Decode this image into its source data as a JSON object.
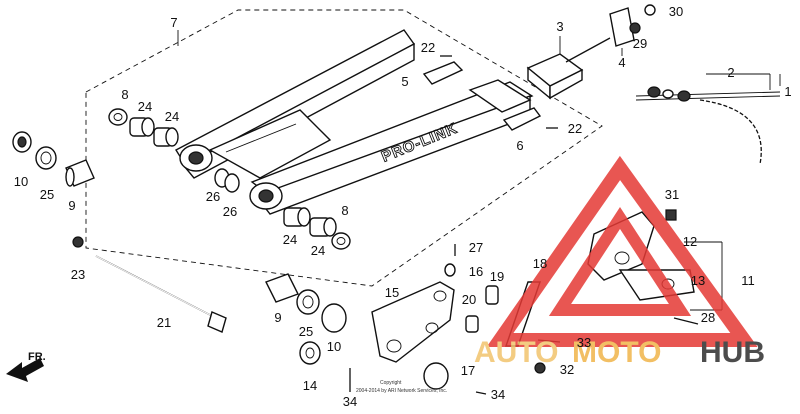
{
  "diagram": {
    "brand_text": "PRO-LINK",
    "direction_label": "FR.",
    "copyright_line1": "Copyright",
    "copyright_line2": "2004-2014 by ARI Network Services, Inc.",
    "watermark": {
      "word_auto": "AUTO",
      "word_moto": "MOTO",
      "word_hub": "HUB",
      "triangle_color": "#e53935",
      "accent_color": "#f2c46d",
      "dark_color": "#2d2d2d"
    },
    "callouts": [
      {
        "id": "c1",
        "label": "1"
      },
      {
        "id": "c2",
        "label": "2"
      },
      {
        "id": "c3",
        "label": "3"
      },
      {
        "id": "c4",
        "label": "4"
      },
      {
        "id": "c5",
        "label": "5"
      },
      {
        "id": "c6",
        "label": "6"
      },
      {
        "id": "c7",
        "label": "7"
      },
      {
        "id": "c8a",
        "label": "8"
      },
      {
        "id": "c8b",
        "label": "8"
      },
      {
        "id": "c9a",
        "label": "9"
      },
      {
        "id": "c9b",
        "label": "9"
      },
      {
        "id": "c10a",
        "label": "10"
      },
      {
        "id": "c10b",
        "label": "10"
      },
      {
        "id": "c11",
        "label": "11"
      },
      {
        "id": "c12",
        "label": "12"
      },
      {
        "id": "c13",
        "label": "13"
      },
      {
        "id": "c14",
        "label": "14"
      },
      {
        "id": "c15",
        "label": "15"
      },
      {
        "id": "c16",
        "label": "16"
      },
      {
        "id": "c17",
        "label": "17"
      },
      {
        "id": "c18",
        "label": "18"
      },
      {
        "id": "c19",
        "label": "19"
      },
      {
        "id": "c20",
        "label": "20"
      },
      {
        "id": "c21",
        "label": "21"
      },
      {
        "id": "c22a",
        "label": "22"
      },
      {
        "id": "c22b",
        "label": "22"
      },
      {
        "id": "c23",
        "label": "23"
      },
      {
        "id": "c24a",
        "label": "24"
      },
      {
        "id": "c24b",
        "label": "24"
      },
      {
        "id": "c24c",
        "label": "24"
      },
      {
        "id": "c24d",
        "label": "24"
      },
      {
        "id": "c25a",
        "label": "25"
      },
      {
        "id": "c25b",
        "label": "25"
      },
      {
        "id": "c26a",
        "label": "26"
      },
      {
        "id": "c26b",
        "label": "26"
      },
      {
        "id": "c27",
        "label": "27"
      },
      {
        "id": "c28",
        "label": "28"
      },
      {
        "id": "c29",
        "label": "29"
      },
      {
        "id": "c30",
        "label": "30"
      },
      {
        "id": "c31",
        "label": "31"
      },
      {
        "id": "c32",
        "label": "32"
      },
      {
        "id": "c33",
        "label": "33"
      },
      {
        "id": "c34a",
        "label": "34"
      },
      {
        "id": "c34b",
        "label": "34"
      }
    ]
  }
}
